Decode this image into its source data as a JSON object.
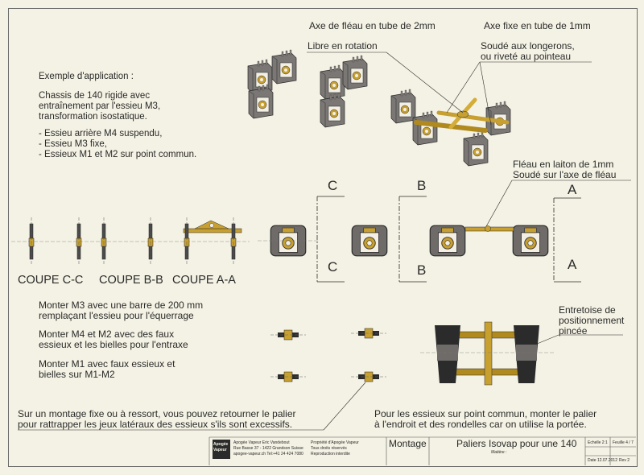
{
  "labels": {
    "axe_fleau": "Axe de fléau en tube de 2mm",
    "axe_fixe": "Axe fixe en tube de 1mm",
    "libre": "Libre en rotation",
    "soude_1": "Soudé aux longerons,",
    "soude_2": "ou riveté au pointeau",
    "fleau_1": "Fléau en laiton de 1mm",
    "fleau_2": "Soudé sur l'axe de fléau",
    "entretoise_1": "Entretoise de",
    "entretoise_2": "positionnement",
    "entretoise_3": "pincée"
  },
  "intro": {
    "title": "Exemple d'application :",
    "line1": "Chassis de 140 rigide avec",
    "line2": "entraînement par l'essieu M3,",
    "line3": "transformation isostatique.",
    "bullet1": "- Essieu arrière M4 suspendu,",
    "bullet2": "- Essieu M3 fixe,",
    "bullet3": "- Essieux M1 et M2 sur point commun."
  },
  "sections": {
    "c": "C",
    "b": "B",
    "a": "A",
    "coupe_cc": "COUPE C-C",
    "coupe_bb": "COUPE B-B",
    "coupe_aa": "COUPE A-A"
  },
  "instructions": {
    "m3_1": "Monter M3 avec une barre de 200 mm",
    "m3_2": "remplaçant l'essieu pour l'équerrage",
    "m4_1": "Monter M4 et M2 avec des faux",
    "m4_2": "essieux et les bielles pour l'entraxe",
    "m1_1": "Monter M1 avec faux essieux et",
    "m1_2": "bielles sur M1-M2"
  },
  "notes": {
    "left_1": "Sur un montage fixe ou à ressort, vous pouvez retourner le palier",
    "left_2": "pour rattrapper les jeux latéraux des essieux s'ils sont excessifs.",
    "right_1": "Pour les essieux sur point commun, monter le palier",
    "right_2": "à l'endroit et des rondelles car on utilise la portée."
  },
  "title_block": {
    "logo_1": "Apogée",
    "logo_2": "Vapeur",
    "addr_1": "Apogée Vapeur Eric Vandebout",
    "addr_2": "Rue Basse 37 - 1422 Grandson Suisse",
    "addr_3": "apogee-vapeur.ch Tel:+41 24 424 7080",
    "prop_1": "Propriété d'Apogée Vapeur",
    "prop_2": "Tous droits réservés",
    "prop_3": "Reproduction interdite",
    "category": "Montage",
    "title": "Paliers Isovap pour une 140",
    "matiere": "Matière :",
    "echelle": "Echelle 2:1",
    "feuille": "Feuille 4 / 7",
    "date": "Date  12.07.2012",
    "rev": "Rev 2"
  },
  "colors": {
    "background": "#f4f2e4",
    "gray_part": "#6e6b68",
    "brass": "#c8a030",
    "dark": "#2b2b2b"
  }
}
